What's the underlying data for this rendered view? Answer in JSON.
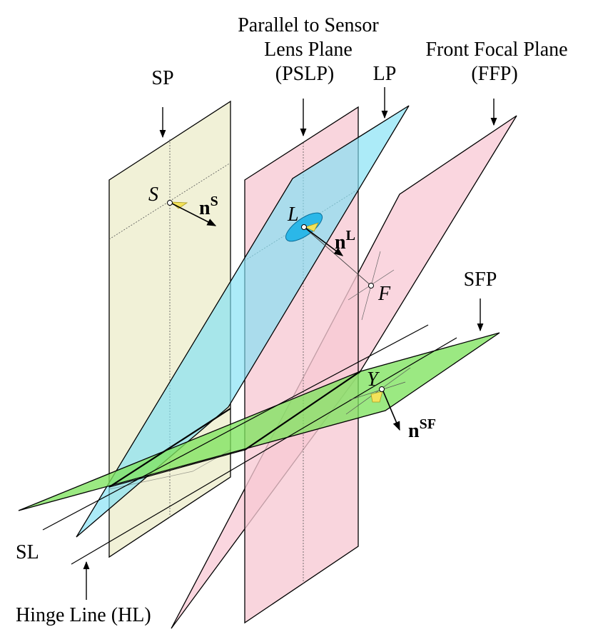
{
  "labels": {
    "sp": "SP",
    "pslp_line1": "Parallel to Sensor",
    "pslp_line2": "Lens Plane",
    "pslp_line3": "(PSLP)",
    "lp": "LP",
    "ffp_line1": "Front Focal Plane",
    "ffp_line2": "(FFP)",
    "sfp": "SFP",
    "sl": "SL",
    "hl": "Hinge Line (HL)"
  },
  "points": {
    "s": "S",
    "l": "L",
    "f": "F",
    "y": "Y"
  },
  "normals": {
    "ns_base": "n",
    "ns_sup": "S",
    "nl_base": "n",
    "nl_sup": "L",
    "nsf_base": "n",
    "nsf_sup": "SF"
  },
  "colors": {
    "sensor_plane": "#eeeed0",
    "pslp": "#f7c9d3",
    "lens_plane": "#7fe0f5",
    "ffp": "#f9cfd9",
    "sfp": "#7fe35f",
    "lens": "#2bb7e8",
    "marker": "#f3e25a"
  }
}
